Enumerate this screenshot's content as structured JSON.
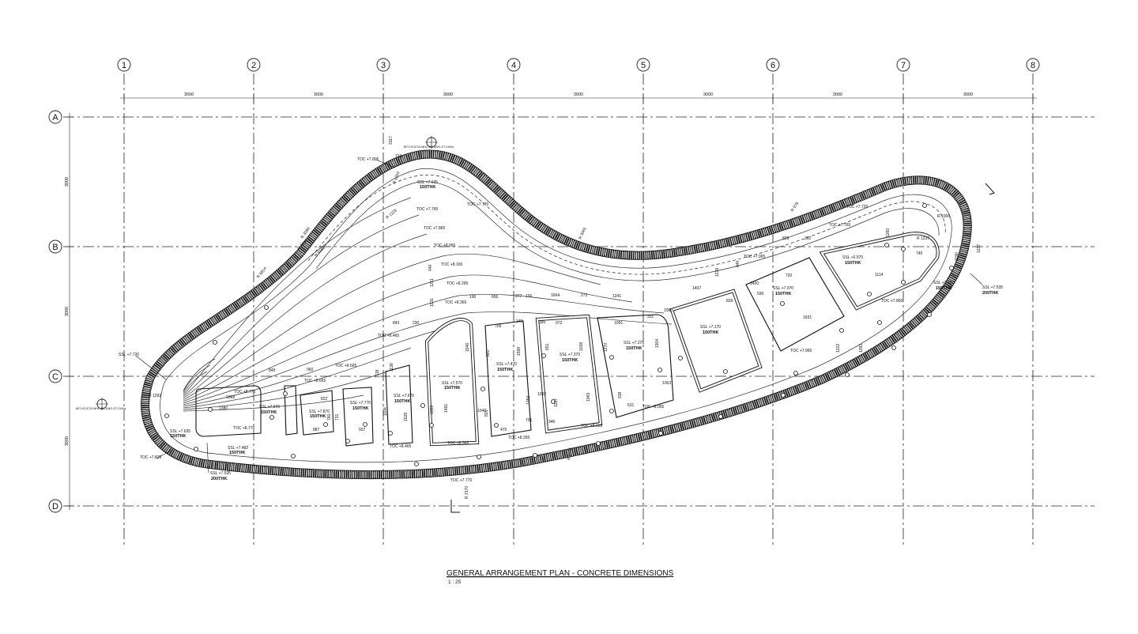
{
  "columns": [
    "1",
    "2",
    "3",
    "4",
    "5",
    "6",
    "7",
    "8"
  ],
  "rows": [
    "A",
    "B",
    "C",
    "D"
  ],
  "spacing_top": [
    "3000",
    "3000",
    "3000",
    "3000",
    "3000",
    "3000",
    "3000"
  ],
  "spacing_left": [
    "3000",
    "3000",
    "3000"
  ],
  "title": "GENERAL ARRANGEMENT PLAN - CONCRETE DIMENSIONS",
  "scale": "1 : 25",
  "toc_labels": [
    "TOC +7.805",
    "TOC +7.765",
    "TOC +7.865",
    "TOC +7.770",
    "TOC +7.720",
    "TOC +7.765",
    "TOC +7.965",
    "TOC +8.065",
    "TOC +8.165",
    "TOC +8.265",
    "TOC +8.365",
    "TOC +8.465",
    "TOC +8.565",
    "TOC +8.665",
    "TOC +8.770",
    "TOC +8.770",
    "TOC +7.825",
    "TOC +7.770",
    "TOC +8.465",
    "TOC +8.365",
    "TOC +8.265",
    "TOC +8.165",
    "TOC +8.065",
    "TOC +7.965",
    "TOC +7.865"
  ],
  "ssl_labels": [
    "SSL +7.635",
    "SSL +7.720",
    "SSL +7.970",
    "SSL +7.870",
    "SSL +7.770",
    "SSL +7.670",
    "SSL +7.570",
    "SSL +7.470",
    "SSL +7.370",
    "SSL +7.270",
    "SSL +7.170",
    "SSL +7.070",
    "SSL +6.970",
    "SSL +7.482",
    "SSL +7.535",
    "SSL +7.535",
    "SSL +7.482",
    "SSL +7.635"
  ],
  "thk_labels": [
    "150THK",
    "150THK",
    "150THK",
    "150THK",
    "150THK",
    "150THK",
    "150THK",
    "150THK",
    "150THK",
    "150THK",
    "150THK",
    "150THK",
    "150THK",
    "200THK",
    "200THK",
    "150THK",
    "150THK"
  ],
  "dims": [
    "3117",
    "713",
    "1068",
    "1380",
    "849",
    "960",
    "843",
    "230",
    "190",
    "656",
    "277",
    "156",
    "1664",
    "273",
    "1241",
    "709",
    "240",
    "972",
    "185",
    "1091",
    "331",
    "1060",
    "1407",
    "839",
    "1420",
    "829",
    "362",
    "720",
    "590",
    "1631",
    "1114",
    "745",
    "840",
    "1222",
    "1138",
    "1118",
    "1104",
    "1038",
    "1282",
    "1237",
    "1069",
    "1082",
    "1063",
    "918",
    "531",
    "701",
    "946",
    "937",
    "887",
    "822",
    "825",
    "475",
    "1040",
    "760",
    "731",
    "1304",
    "1481",
    "1629",
    "1022",
    "651",
    "821",
    "1598",
    "1546",
    "1270",
    "1291",
    "440",
    "1211",
    "1131",
    "1239",
    "1260",
    "1190",
    "1237",
    "R 1292",
    "R 1006",
    "R 1237",
    "R 1229",
    "R 1263",
    "R 979",
    "R 1197",
    "R 3061",
    "R 6814",
    "R 3099",
    "R 8160",
    "R 7310",
    "R 2170",
    "R 1579"
  ],
  "section_refs": [
    "B07-HC3C30-WHO-DS-DWG-GT-3100a",
    "B07-HC3C30-WHO-DS-DWG-GT-3100a"
  ]
}
